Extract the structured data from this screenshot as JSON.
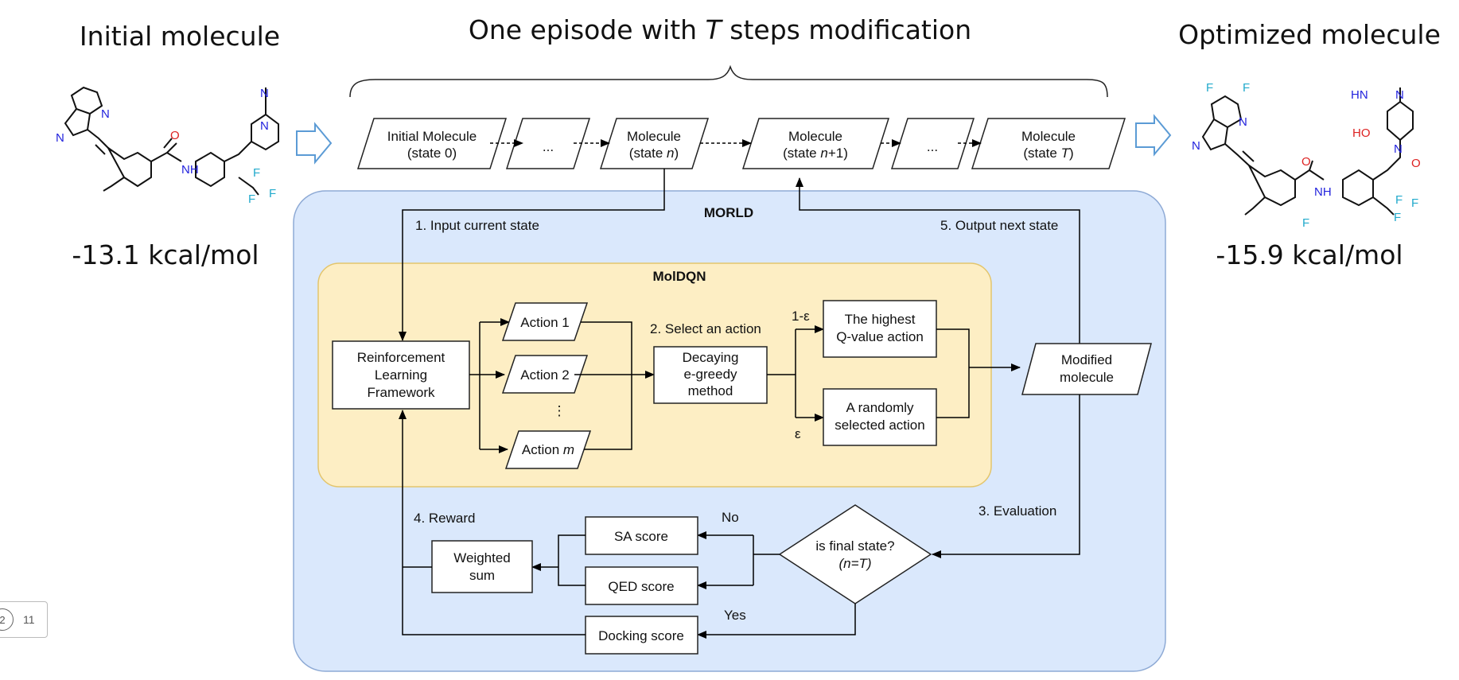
{
  "header": {
    "initial_title": "Initial molecule",
    "episode_title_pre": "One episode with ",
    "episode_title_var": "T",
    "episode_title_post": " steps modification",
    "optimized_title": "Optimized molecule",
    "initial_energy": "-13.1 kcal/mol",
    "optimized_energy": "-15.9 kcal/mol"
  },
  "states": [
    {
      "line1": "Initial Molecule",
      "line2": "(state 0)",
      "var": ""
    },
    {
      "line1": "...",
      "line2": "",
      "var": ""
    },
    {
      "line1": "Molecule",
      "line2pre": "(state ",
      "var": "n",
      "line2post": ")"
    },
    {
      "line1": "Molecule",
      "line2pre": "(state ",
      "var": "n",
      "line2post": "+1)"
    },
    {
      "line1": "...",
      "line2": "",
      "var": ""
    },
    {
      "line1": "Molecule",
      "line2pre": "(state ",
      "var": "T",
      "line2post": ")"
    }
  ],
  "morld": {
    "title": "MORLD",
    "step1": "1. Input current state",
    "step2": "2. Select an action",
    "step3": "3. Evaluation",
    "step4": "4. Reward",
    "step5": "5. Output next state"
  },
  "moldqn": {
    "title": "MolDQN",
    "rl_framework": [
      "Reinforcement",
      "Learning",
      "Framework"
    ],
    "action1": "Action 1",
    "action2": "Action 2",
    "action_dots": "⋮",
    "action_m_pre": "Action ",
    "action_m_var": "m",
    "decaying": [
      "Decaying",
      "e-greedy",
      "method"
    ],
    "one_minus_eps": "1-ε",
    "eps": "ε",
    "highest": [
      "The highest",
      "Q-value action"
    ],
    "random": [
      "A randomly",
      "selected action"
    ]
  },
  "modified": [
    "Modified",
    "molecule"
  ],
  "decision": {
    "line1": "is final state?",
    "line2": "(n=T)",
    "no": "No",
    "yes": "Yes"
  },
  "scores": {
    "sa": "SA score",
    "qed": "QED score",
    "docking": "Docking score",
    "weighted": [
      "Weighted",
      "sum"
    ]
  },
  "atoms": {
    "N": "N",
    "NH": "NH",
    "O": "O",
    "F": "F",
    "HN": "HN",
    "HO": "HO"
  },
  "pager": {
    "current": "2",
    "total": "11"
  },
  "colors": {
    "morld_bg": "#dae8fc",
    "morld_border": "#8eaad5",
    "moldqn_bg": "#fdeec4",
    "moldqn_border": "#e3c56c",
    "arrow_outline": "#5b9bd5",
    "nitrogen": "#2222dd",
    "oxygen": "#dd2222",
    "fluorine": "#22aacc"
  }
}
